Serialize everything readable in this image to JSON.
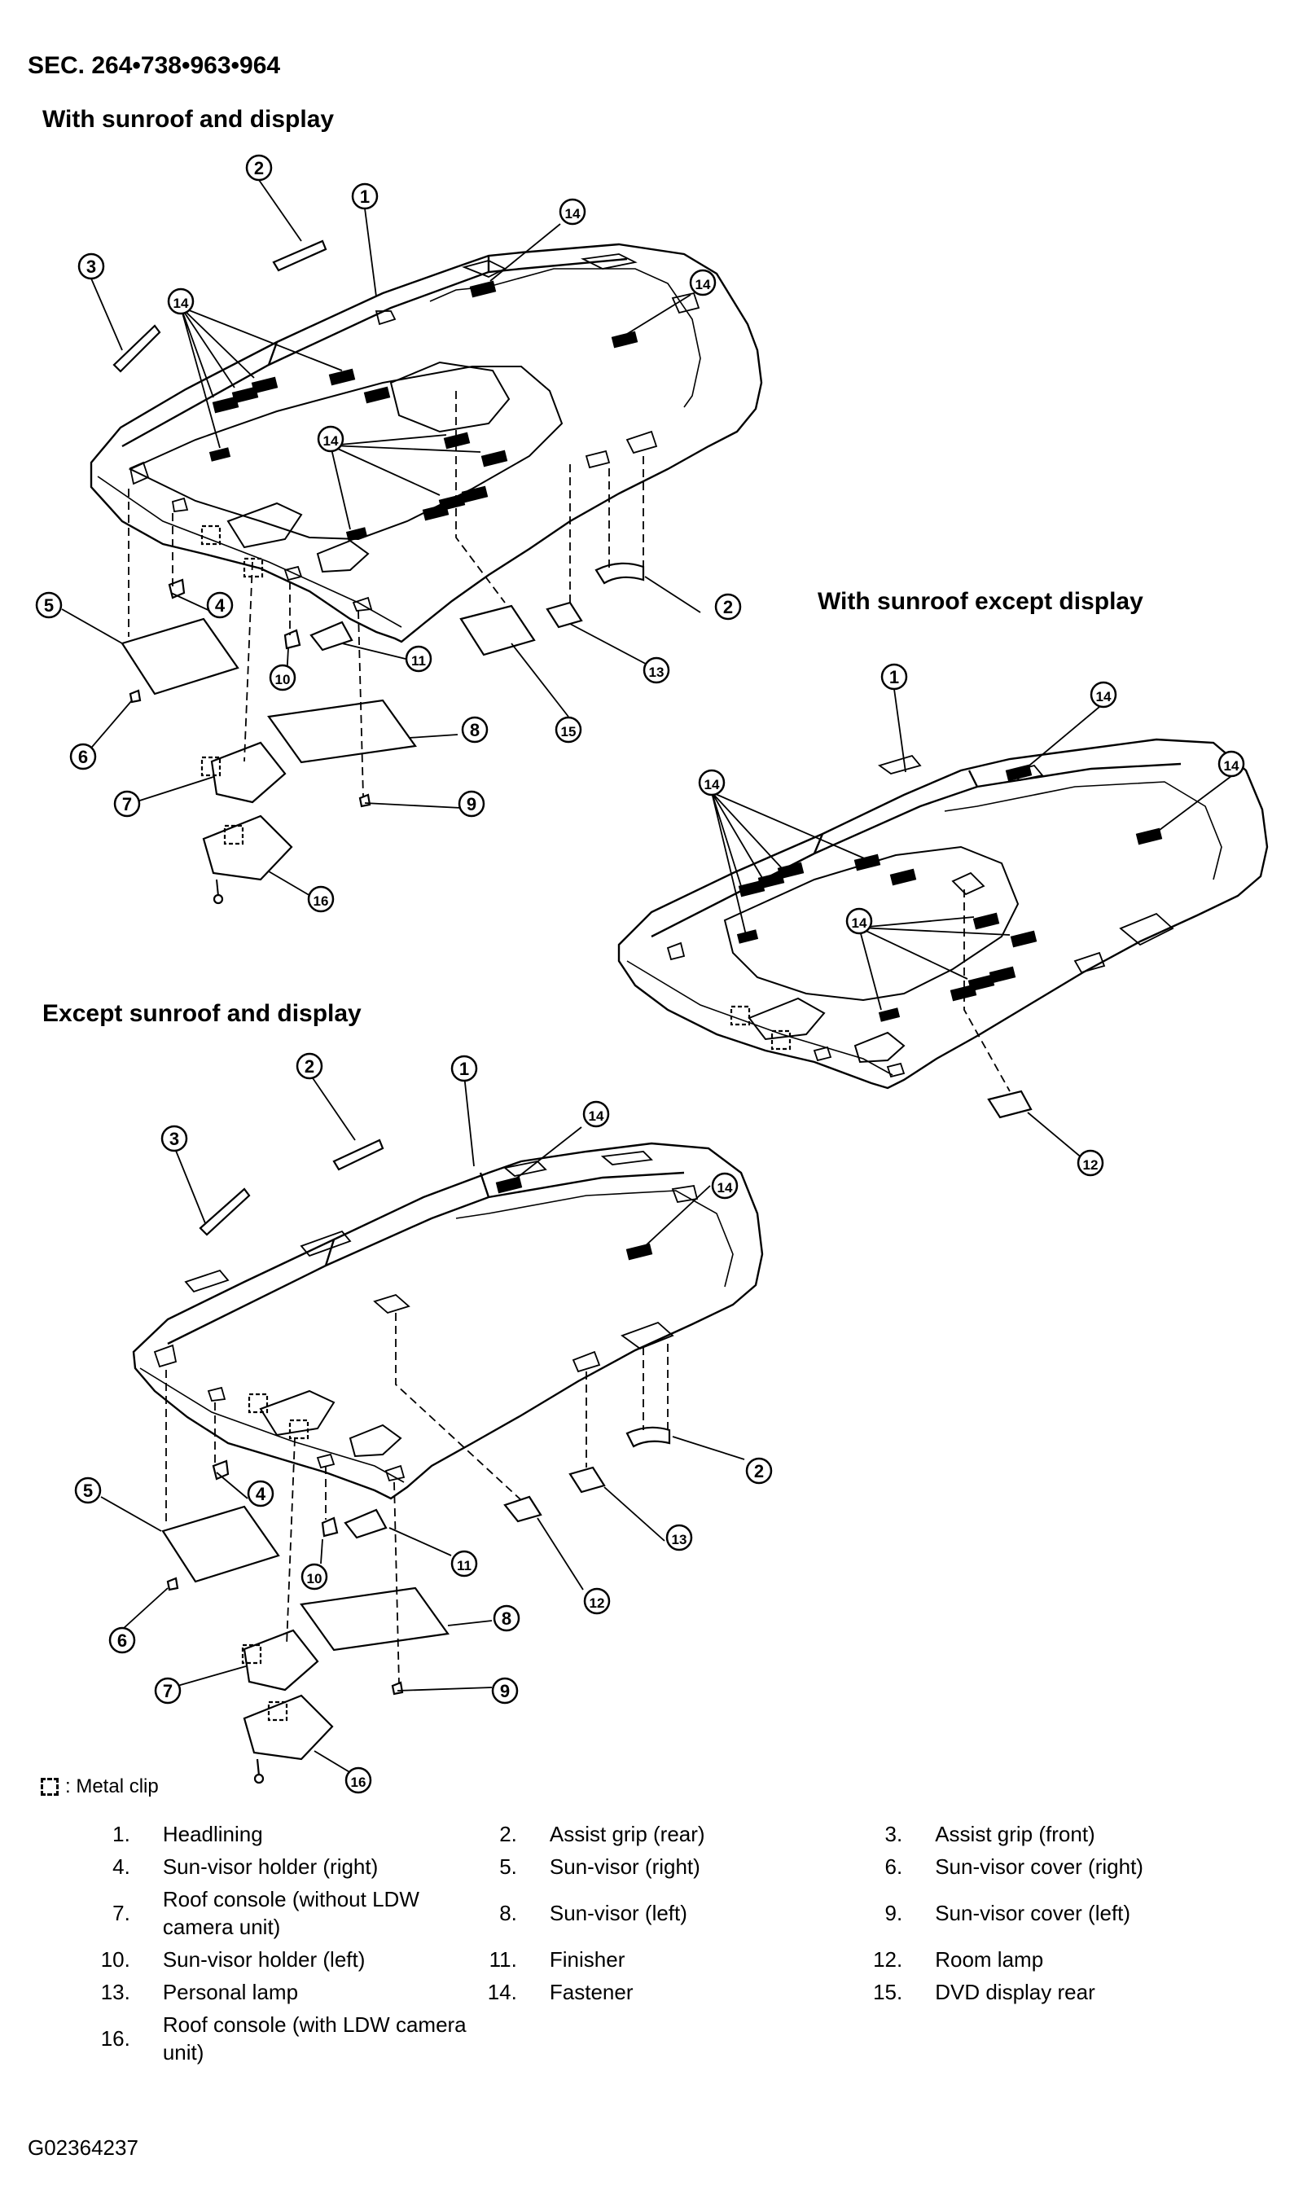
{
  "header": {
    "sec": "SEC. 264•738•963•964"
  },
  "sections": {
    "with_sunroof_and_display": "With sunroof and display",
    "with_sunroof_except_display": "With sunroof except display",
    "except_sunroof_and_display": "Except sunroof and display"
  },
  "legend": {
    "metal_clip": ": Metal clip"
  },
  "parts": [
    {
      "n": "1.",
      "name": "Headlining"
    },
    {
      "n": "2.",
      "name": "Assist grip (rear)"
    },
    {
      "n": "3.",
      "name": "Assist grip (front)"
    },
    {
      "n": "4.",
      "name": "Sun-visor holder (right)"
    },
    {
      "n": "5.",
      "name": "Sun-visor (right)"
    },
    {
      "n": "6.",
      "name": "Sun-visor cover (right)"
    },
    {
      "n": "7.",
      "name": "Roof console (without LDW camera unit)"
    },
    {
      "n": "8.",
      "name": "Sun-visor (left)"
    },
    {
      "n": "9.",
      "name": "Sun-visor cover (left)"
    },
    {
      "n": "10.",
      "name": "Sun-visor holder (left)"
    },
    {
      "n": "11.",
      "name": "Finisher"
    },
    {
      "n": "12.",
      "name": "Room lamp"
    },
    {
      "n": "13.",
      "name": "Personal lamp"
    },
    {
      "n": "14.",
      "name": "Fastener"
    },
    {
      "n": "15.",
      "name": "DVD display rear"
    },
    {
      "n": "16.",
      "name": "Roof console (with LDW camera unit)"
    }
  ],
  "callouts": {
    "a": [
      "2",
      "1",
      "3",
      "14",
      "14",
      "14",
      "14",
      "5",
      "4",
      "2",
      "11",
      "10",
      "13",
      "15",
      "8",
      "6",
      "7",
      "9",
      "16"
    ],
    "b": [
      "1",
      "14",
      "14",
      "14",
      "14",
      "12"
    ],
    "c": [
      "2",
      "1",
      "3",
      "14",
      "14",
      "5",
      "4",
      "2",
      "11",
      "10",
      "13",
      "12",
      "8",
      "6",
      "7",
      "9",
      "16"
    ]
  },
  "figure_id": "G02364237"
}
